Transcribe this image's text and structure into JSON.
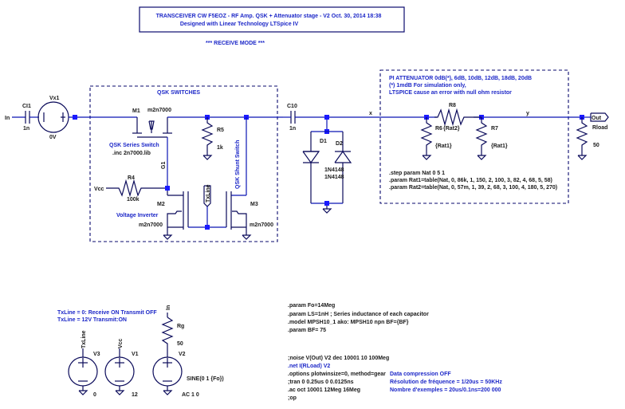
{
  "title_block": {
    "line1": "TRANSCEIVER CW F5EOZ - RF Amp. QSK + Attenuator stage - V2 Oct. 30, 2014 18:38",
    "line2": "Designed with Linear Technology LTSpice IV"
  },
  "mode_label": "*** RECEIVE MODE ***",
  "input": {
    "net_label": "In",
    "cap": {
      "name": "CI1",
      "value": "1n"
    },
    "source": {
      "name": "Vx1",
      "value": "0V"
    }
  },
  "qsk_box": {
    "title": "QSK SWITCHES",
    "m1": {
      "name": "M1",
      "model": "m2n7000"
    },
    "series_label": "QSK Series Switch",
    "include": ".inc 2n7000.lib",
    "g1_label": "G1",
    "r5": {
      "name": "R5",
      "value": "1k"
    },
    "shunt_label": "QSK Shunt Switch",
    "r4": {
      "name": "R4",
      "value": "100k"
    },
    "vcc_label": "Vcc",
    "m2": {
      "name": "M2",
      "model": "m2n7000"
    },
    "inverter_label": "Voltage Inverter",
    "txline_label": "TxLine",
    "m3": {
      "name": "M3",
      "model": "m2n7000"
    }
  },
  "c10": {
    "name": "C10",
    "value": "1n"
  },
  "net_x": "x",
  "net_y": "y",
  "diodes": {
    "d1": {
      "name": "D1",
      "model": "1N4148"
    },
    "d2": {
      "name": "D2",
      "model": "1N4148"
    }
  },
  "attenuator_box": {
    "title": "PI ATTENUATOR 0dB(*), 6dB, 10dB, 12dB, 18dB, 20dB",
    "note1": "(*) 1mdB For simulation only,",
    "note2": "LTSPICE cause an error with null ohm resistor",
    "r8": {
      "name": "R8",
      "value": "{Rat2}"
    },
    "r6": {
      "name": "R6",
      "value": "{Rat1}"
    },
    "r7": {
      "name": "R7",
      "value": "{Rat1}"
    },
    "directives": [
      ".step param Nat 0 5 1",
      ".param Rat1=table(Nat, 0, 86k, 1, 150, 2, 100, 3, 82, 4, 68, 5, 58)",
      ".param Rat2=table(Nat, 0, 57m, 1, 39, 2, 68, 3, 100, 4, 180, 5, 270)"
    ]
  },
  "output": {
    "port_label": "Out",
    "rload": {
      "name": "Rload",
      "value": "50"
    }
  },
  "notes": {
    "txline1": "TxLine = 0: Receive ON Transmit OFF",
    "txline2": "TxLine = 12V Transmit:ON"
  },
  "sources": {
    "v3": {
      "name": "V3",
      "net": "TxLine",
      "value": "0"
    },
    "v1": {
      "name": "V1",
      "net": "Vcc",
      "value": "12"
    },
    "v2": {
      "name": "V2",
      "net": "In",
      "value": "SINE(0 1 {Fo})",
      "ac": "AC 1 0"
    },
    "rg": {
      "name": "Rg",
      "value": "50"
    }
  },
  "params": [
    ".param Fo=14Meg",
    ".param LS=1nH   ;  Series inductance of each capacitor",
    ".model MPSH10_1 ako: MPSH10  npn BF={BF}",
    ".param BF= 75"
  ],
  "sim": {
    "noise": ";noise V(Out) V2 dec 10001 10 100Meg",
    "net": ".net I(RLoad) V2",
    "options": ".options plotwinsize=0, method=gear",
    "options_comment": "Data compression OFF",
    "tran": ";tran 0 0.25us 0 0.0125ns",
    "tran_comment": "Résolution de fréquence = 1/20us = 50KHz",
    "ac": ".ac oct 10001 12Meg 16Meg",
    "ac_comment": "Nombre d'exemples = 20us/0.1ns=200 000",
    "op": ";op"
  }
}
